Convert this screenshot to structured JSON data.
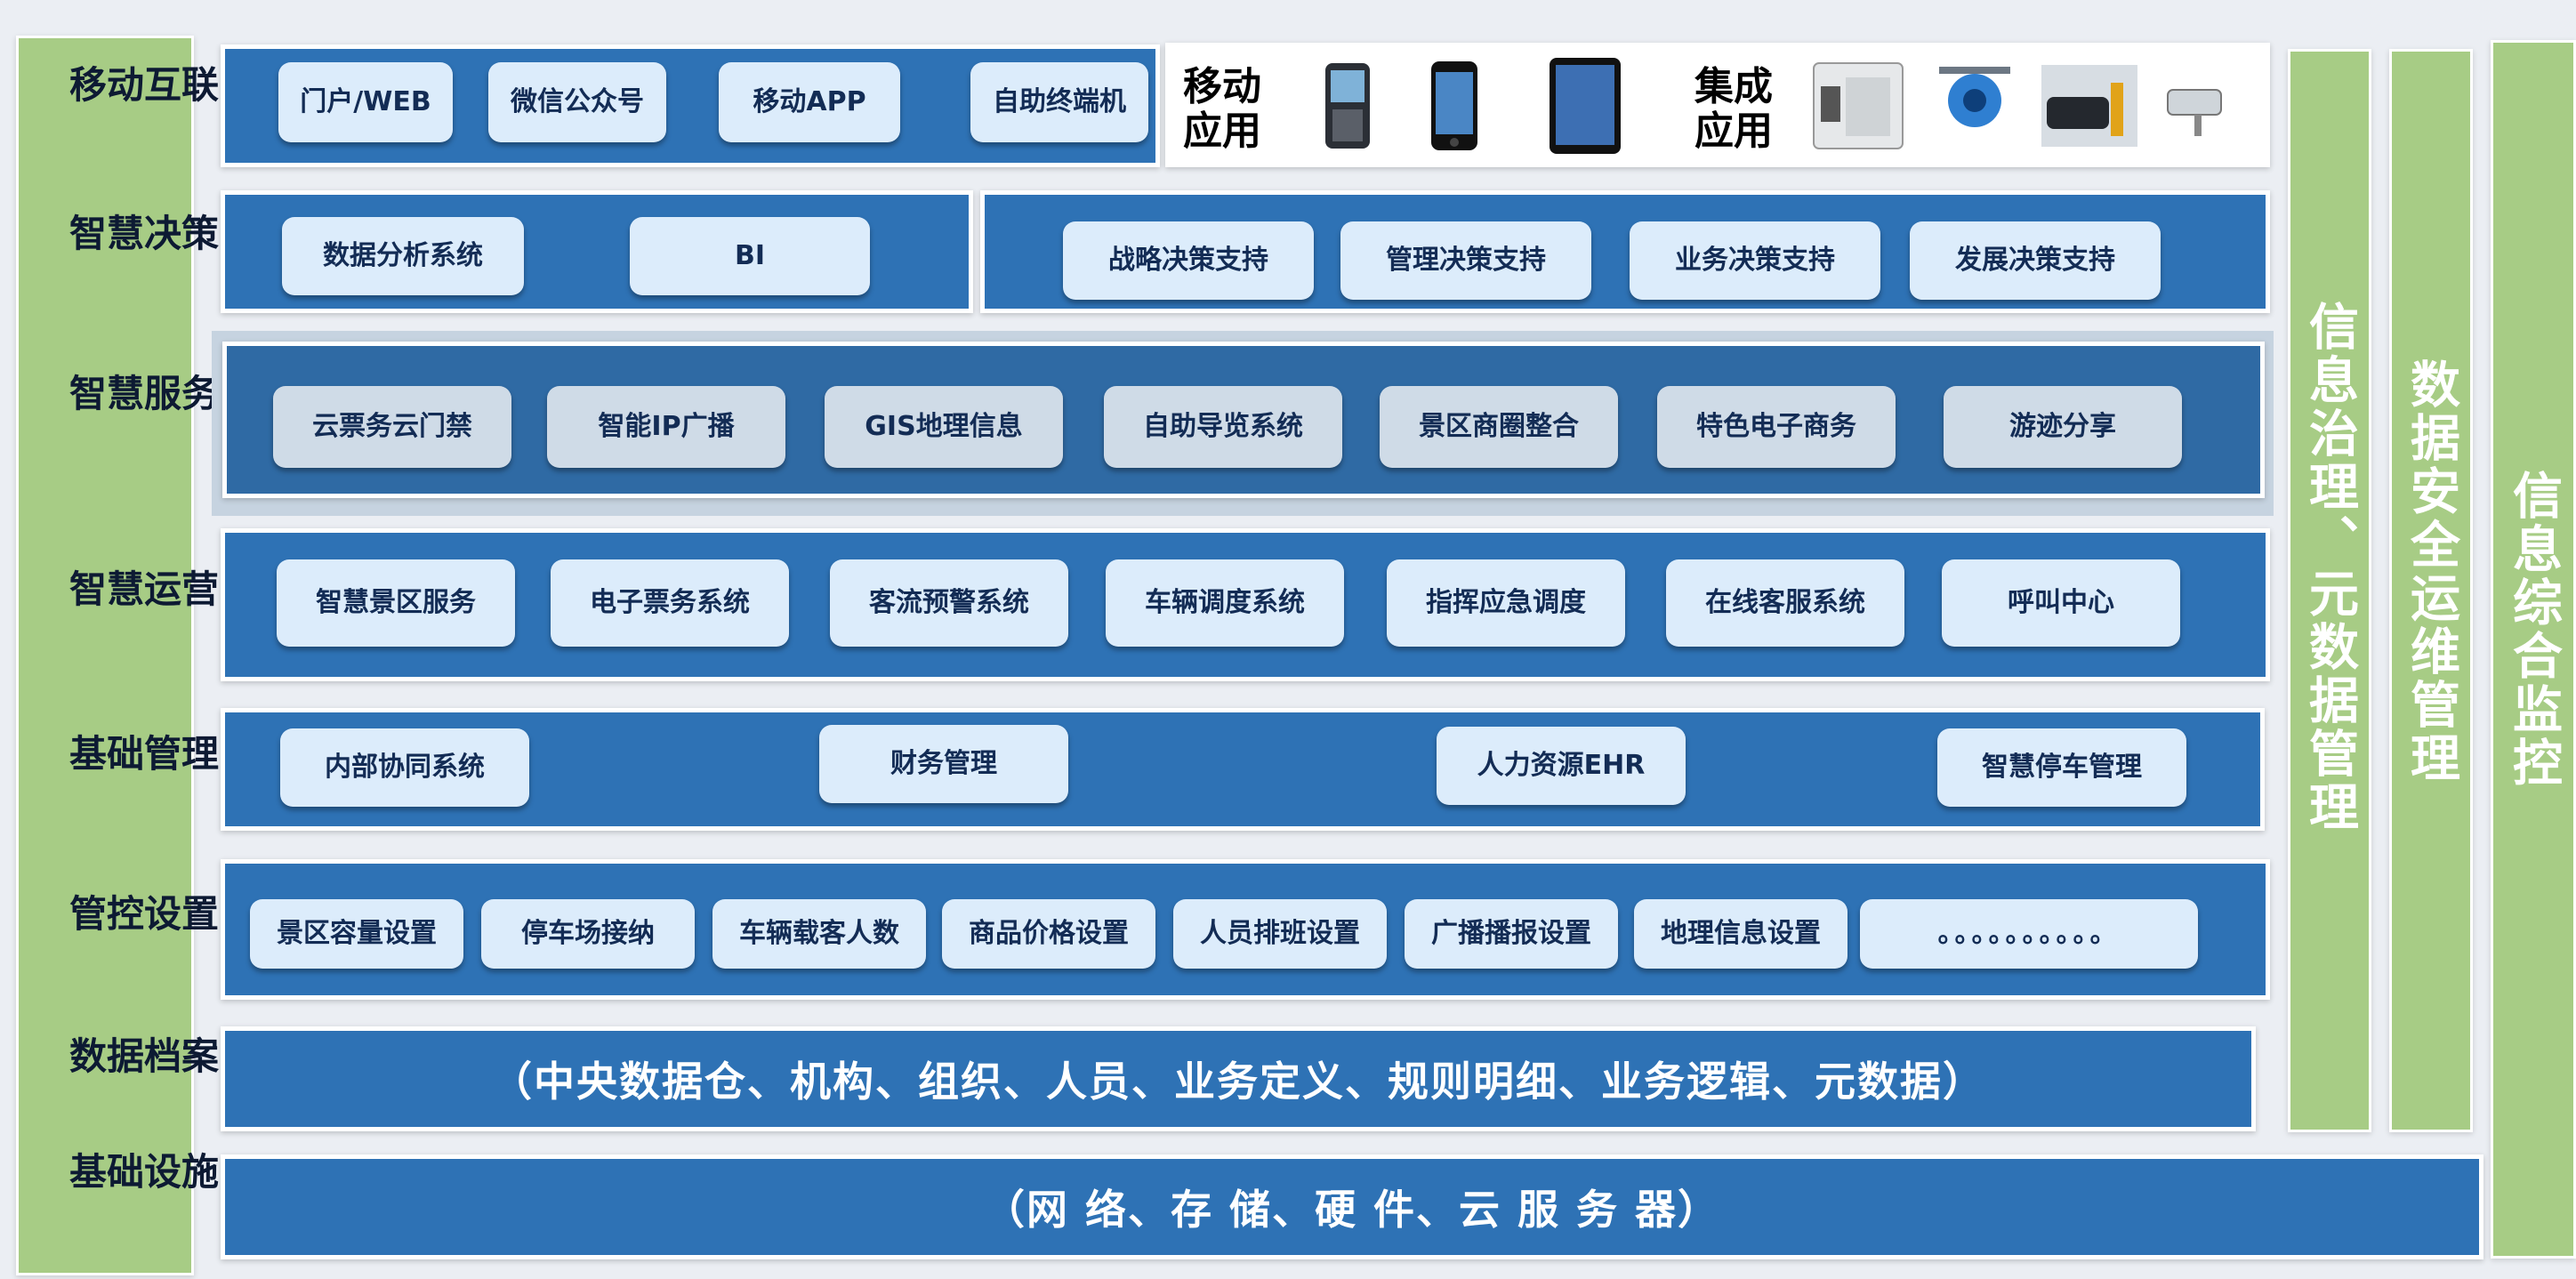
{
  "left_labels": [
    "移动互联",
    "智慧决策",
    "智慧服务",
    "智慧运营",
    "基础管理",
    "管控设置",
    "数据档案",
    "基础设施"
  ],
  "right_columns": [
    "信息治理、元数据管理",
    "数据安全运维管理",
    "信息综合监控"
  ],
  "mobile": {
    "pills": [
      "门户/WEB",
      "微信公众号",
      "移动APP",
      "自助终端机"
    ],
    "mobile_app_label": "移动应用",
    "integrated_app_label": "集成应用"
  },
  "decision": {
    "left_pills": [
      "数据分析系统",
      "BI"
    ],
    "right_pills": [
      "战略决策支持",
      "管理决策支持",
      "业务决策支持",
      "发展决策支持"
    ]
  },
  "service": {
    "pills": [
      "云票务云门禁",
      "智能IP广播",
      "GIS地理信息",
      "自助导览系统",
      "景区商圈整合",
      "特色电子商务",
      "游迹分享"
    ]
  },
  "operation": {
    "pills": [
      "智慧景区服务",
      "电子票务系统",
      "客流预警系统",
      "车辆调度系统",
      "指挥应急调度",
      "在线客服系统",
      "呼叫中心"
    ]
  },
  "basic_mgmt": {
    "pills": [
      "内部协同系统",
      "财务管理",
      "人力资源EHR",
      "智慧停车管理"
    ]
  },
  "control": {
    "pills": [
      "景区容量设置",
      "停车场接纳",
      "车辆载客人数",
      "商品价格设置",
      "人员排班设置",
      "广播播报设置",
      "地理信息设置",
      "。。。。。。。。。。"
    ]
  },
  "data_archive_text": "（中央数据仓、机构、组织、人员、业务定义、规则明细、业务逻辑、元数据）",
  "infra_text": "（网 络、存 储、硬 件、云 服 务 器）"
}
